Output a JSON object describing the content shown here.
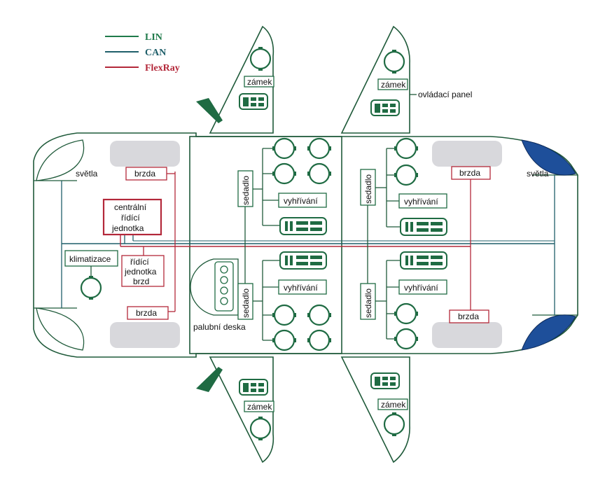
{
  "legend": {
    "items": [
      {
        "label": "LIN",
        "color": "#1f7a4a"
      },
      {
        "label": "CAN",
        "color": "#1f5f6a"
      },
      {
        "label": "FlexRay",
        "color": "#b3283a"
      }
    ]
  },
  "labels": {
    "svetla_left": "světla",
    "svetla_right": "světla",
    "brzda_fl": "brzda",
    "brzda_rl": "brzda",
    "brzda_fr": "brzda",
    "brzda_rr": "brzda",
    "central_line1": "centrální",
    "central_line2": "řídící",
    "central_line3": "jednotka",
    "klimatizace": "klimatizace",
    "brake_line1": "řídící",
    "brake_line2": "jednotka",
    "brake_line3": "brzd",
    "palubni_deska": "palubní deska",
    "sedadlo_1": "sedadlo",
    "sedadlo_2": "sedadlo",
    "sedadlo_3": "sedadlo",
    "sedadlo_4": "sedadlo",
    "vyhrivani_1": "vyhřívání",
    "vyhrivani_2": "vyhřívání",
    "vyhrivani_3": "vyhřívání",
    "vyhrivani_4": "vyhřívání",
    "zamek_1": "zámek",
    "zamek_2": "zámek",
    "zamek_3": "zámek",
    "zamek_4": "zámek",
    "ovladaci_panel": "ovládací panel"
  },
  "colors": {
    "lin": "#1f7a4a",
    "can": "#1f5f6a",
    "flexray": "#b3283a",
    "lights": "#1e4f9a",
    "wheels": "#d8d8dc"
  }
}
